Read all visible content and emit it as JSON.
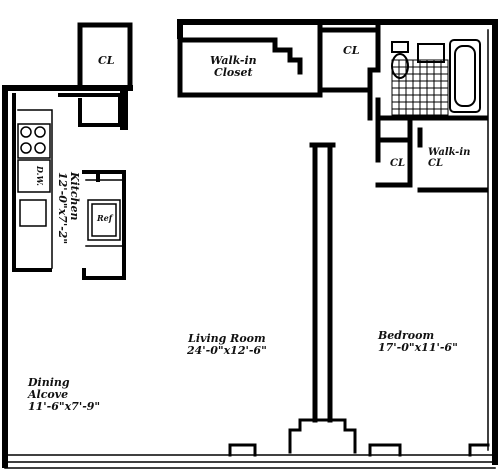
{
  "rooms": {
    "living_room": {
      "name": "Living Room",
      "size": "24'-0\"x12'-6\""
    },
    "bedroom": {
      "name": "Bedroom",
      "size": "17'-0\"x11'-6\""
    },
    "dining": {
      "name_line1": "Dining",
      "name_line2": "Alcove",
      "size": "11'-6\"x7'-9\""
    },
    "kitchen": {
      "name": "Kitchen",
      "size": "12'-0\"x7'-2\""
    },
    "walk_in_closet": {
      "line1": "Walk-in",
      "line2": "Closet"
    },
    "walk_in_cl": {
      "line1": "Walk-in",
      "line2": "CL"
    },
    "closets": {
      "cl_left": "CL",
      "cl_top": "CL",
      "cl_bedroom": "CL"
    },
    "appliances": {
      "dishwasher": "D.W.",
      "refrigerator": "Ref"
    }
  }
}
